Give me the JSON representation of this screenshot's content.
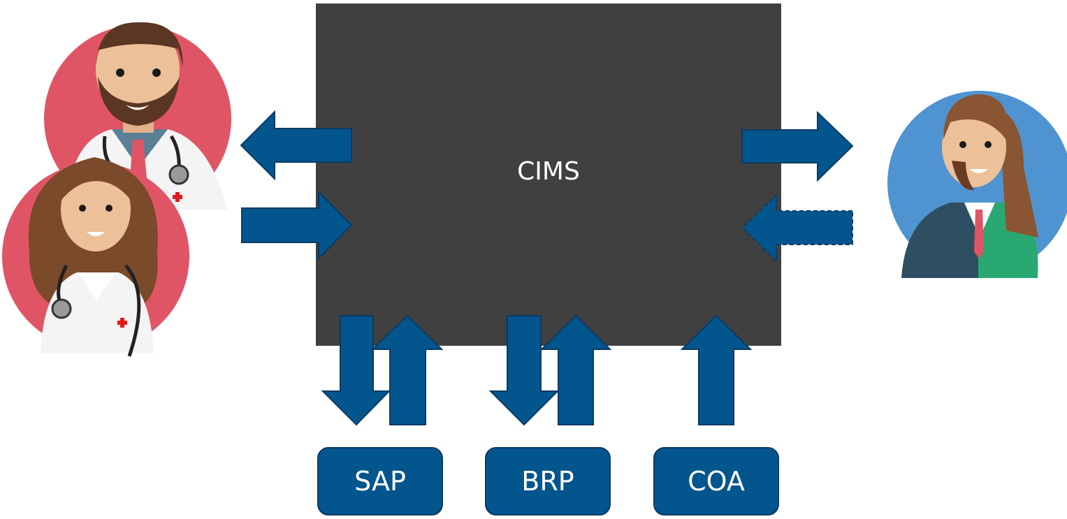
{
  "diagram": {
    "central_system": {
      "label": "CIMS",
      "color": "#404040"
    },
    "external_systems": [
      {
        "label": "SAP"
      },
      {
        "label": "BRP"
      },
      {
        "label": "COA"
      }
    ],
    "arrow_color": "#03558e",
    "people": [
      {
        "role": "male-doctor",
        "circle_color": "#e05565"
      },
      {
        "role": "female-doctor",
        "circle_color": "#e05565"
      },
      {
        "role": "business-person",
        "circle_color": "#4f94d0"
      }
    ]
  }
}
